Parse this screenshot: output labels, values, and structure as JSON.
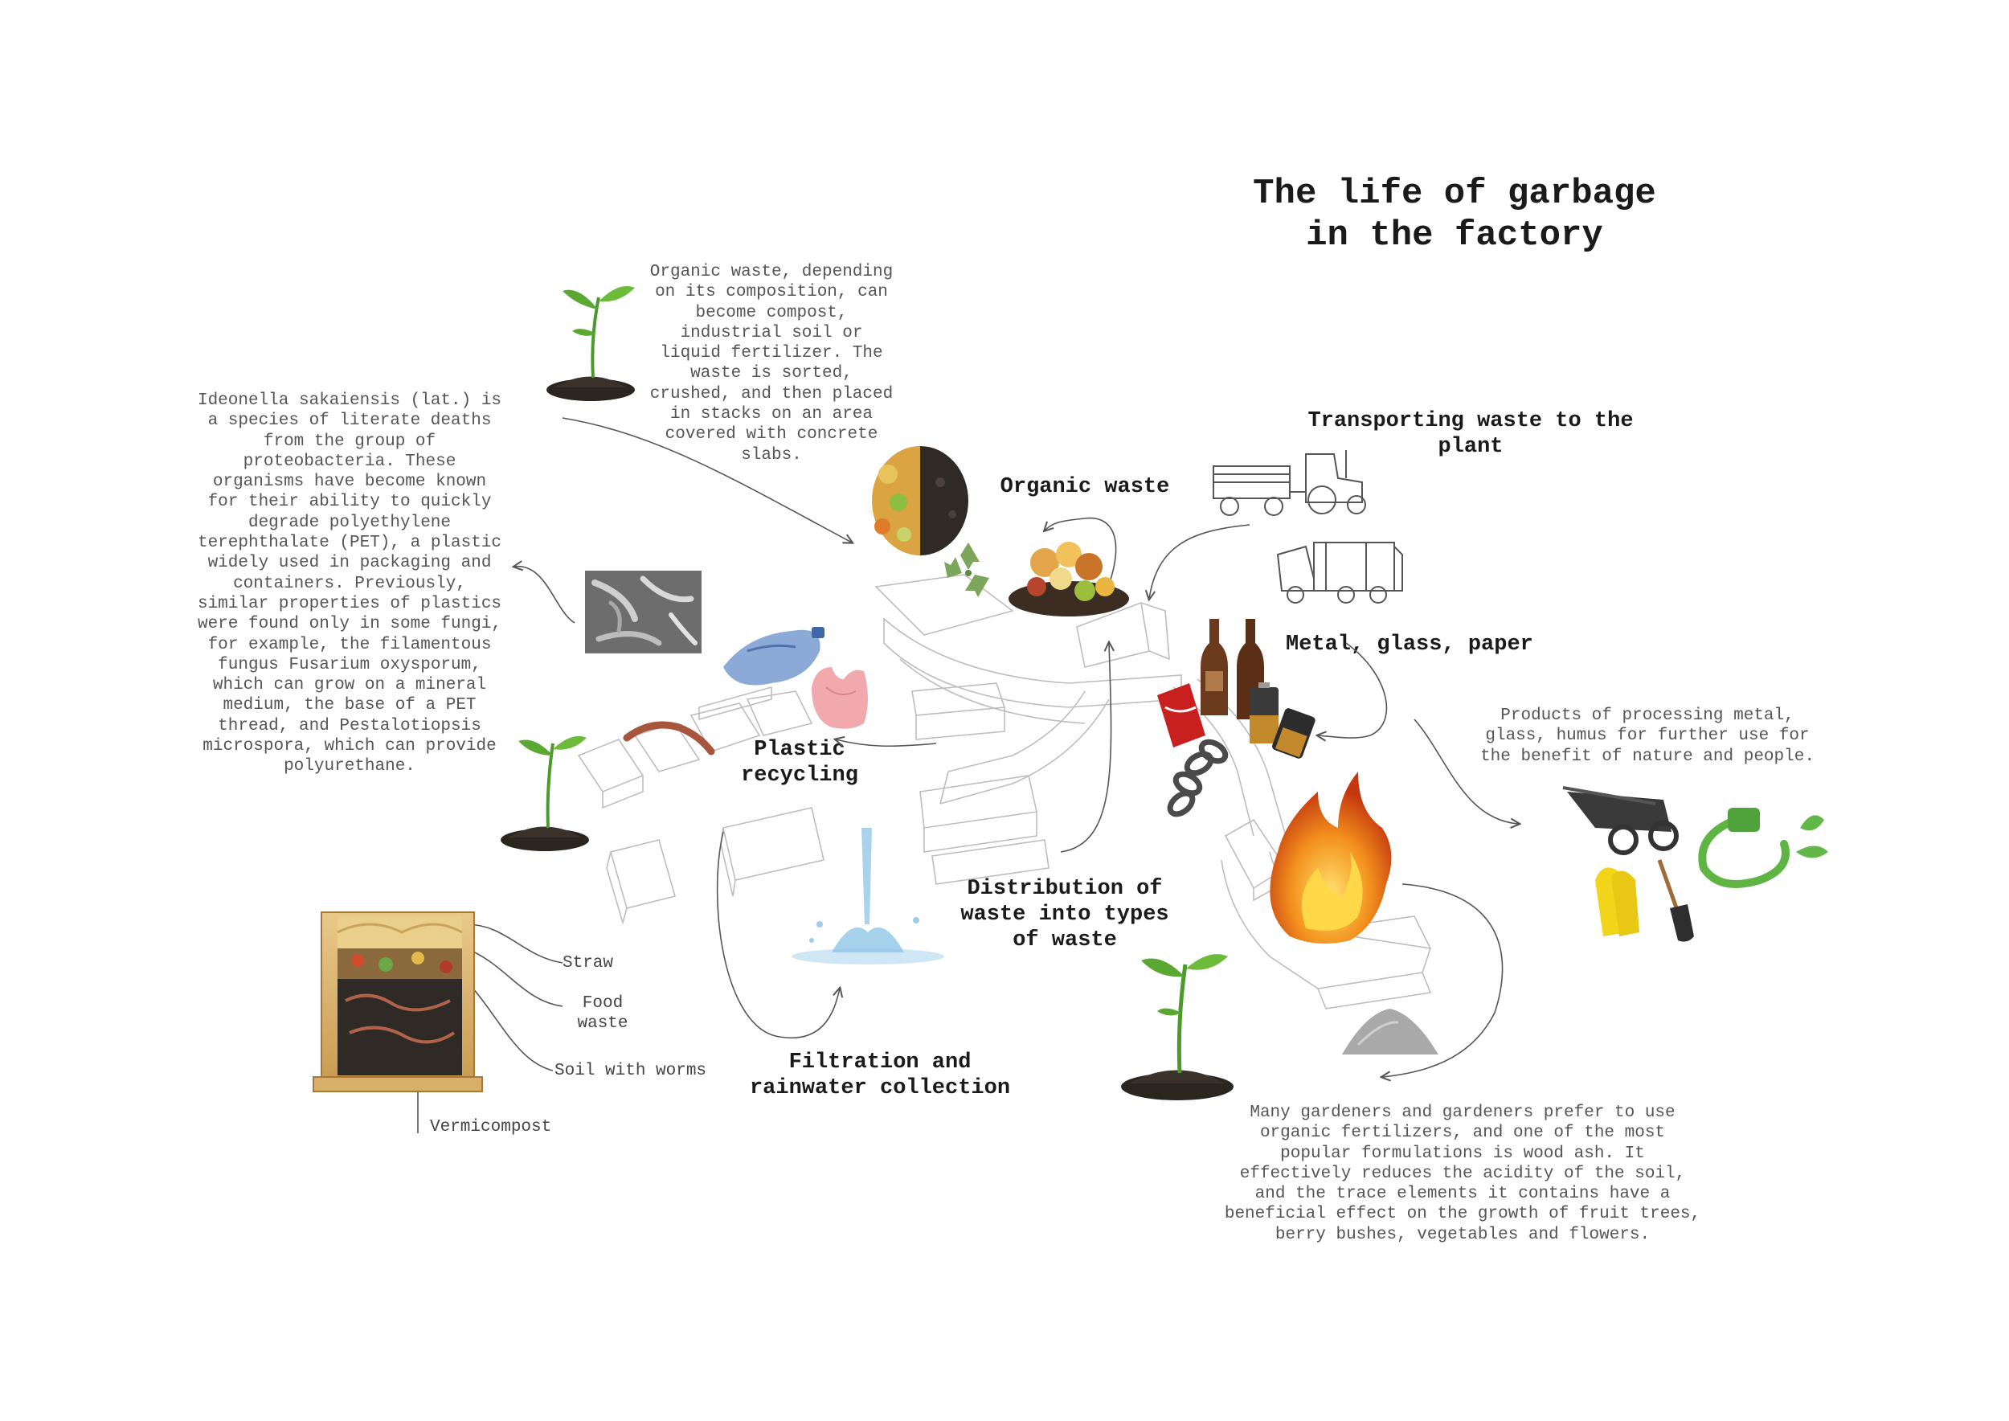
{
  "title": {
    "line1": "The life of garbage",
    "line2": "in the factory"
  },
  "headings": {
    "organic_waste": "Organic waste",
    "transporting": "Transporting waste to the plant",
    "metal_glass_paper": "Metal, glass, paper",
    "plastic_recycling": "Plastic recycling",
    "distribution": "Distribution of waste into types of waste",
    "filtration": "Filtration and rainwater collection"
  },
  "descriptions": {
    "organic": "Organic waste, depending\non its composition, can\nbecome compost,\nindustrial soil or\nliquid fertilizer. The\nwaste is sorted,\ncrushed, and then placed\nin stacks on an area\ncovered with concrete\nslabs.",
    "ideonella": "Ideonella sakaiensis (lat.) is\na species of literate deaths\nfrom the group of\nproteobacteria. These\norganisms have become known\nfor their ability to quickly\ndegrade polyethylene\nterephthalate (PET), a plastic\nwidely used in packaging and\ncontainers. Previously,\nsimilar properties of plastics\nwere found only in some fungi,\nfor example, the filamentous\nfungus Fusarium oxysporum,\nwhich can grow on a mineral\nmedium, the base of a PET\nthread, and Pestalotiopsis\nmicrospora, which can provide\npolyurethane.",
    "products": "Products of processing metal,\nglass, humus for further use for\nthe benefit of nature and people.",
    "wood_ash": "Many gardeners and gardeners prefer to use\norganic fertilizers, and one of the most\npopular formulations is wood ash. It\neffectively reduces the acidity of the soil,\nand the trace elements it contains have a\nbeneficial effect on the growth of fruit trees,\nberry bushes, vegetables and flowers."
  },
  "vermicompost_labels": {
    "straw": "Straw",
    "food_waste": "Food\nwaste",
    "soil_worms": "Soil with worms",
    "vermicompost": "Vermicompost"
  },
  "colors": {
    "soil": "#2b2520",
    "leaf": "#5aa832",
    "fire": "#f08a1a",
    "bottle": "#6b3a1c",
    "glove": "#f2d51a",
    "plastic_blue": "#6f93c9",
    "bag_pink": "#f2a9ad"
  }
}
